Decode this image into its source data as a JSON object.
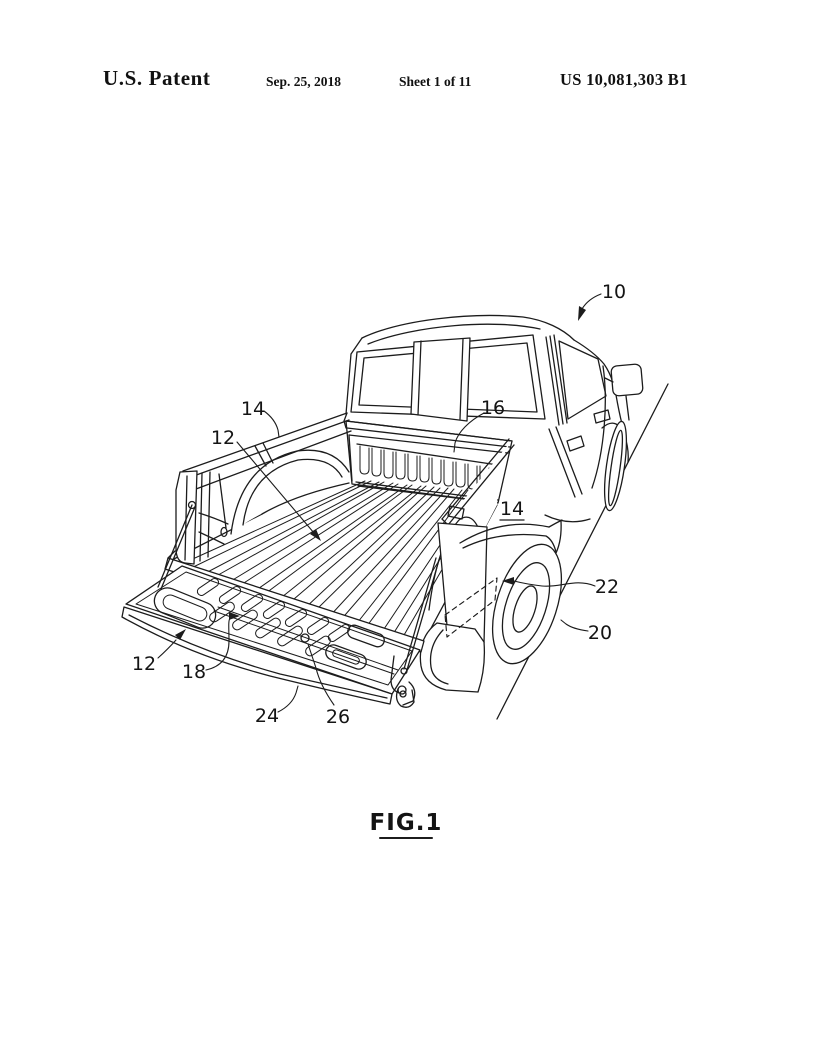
{
  "header": {
    "patent_label": "U.S. Patent",
    "date": "Sep. 25, 2018",
    "sheet_info": "Sheet 1 of 11",
    "patent_number": "US 10,081,303 B1"
  },
  "figure": {
    "caption": "FIG.1",
    "drawing_name": "pickup-truck-open-tailgate-line-drawing",
    "labels": [
      {
        "text": "10"
      },
      {
        "text": "14"
      },
      {
        "text": "12"
      },
      {
        "text": "16"
      },
      {
        "text": "14"
      },
      {
        "text": "22"
      },
      {
        "text": "20"
      },
      {
        "text": "12"
      },
      {
        "text": "18"
      },
      {
        "text": "24"
      },
      {
        "text": "26"
      }
    ]
  },
  "colors": {
    "ink": "#1c1c1c",
    "paper": "#ffffff"
  }
}
